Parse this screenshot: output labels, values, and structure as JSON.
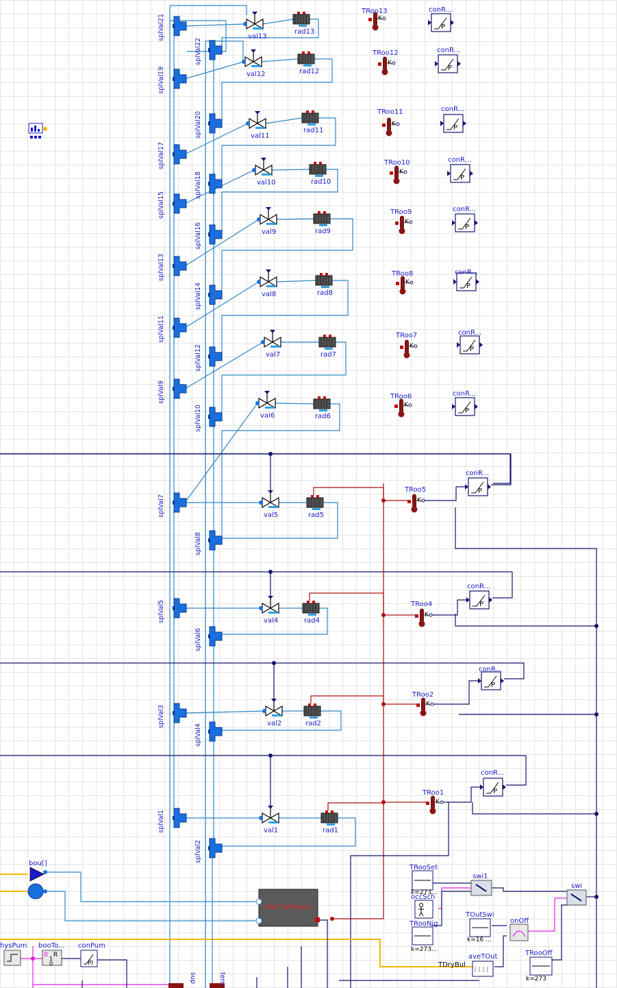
{
  "splitters_left": [
    "splVal21",
    "splVal19",
    "splVal17",
    "splVal15",
    "splVal13",
    "splVal11",
    "splVal9",
    "splVal7",
    "splVal5",
    "splVal3",
    "splVal1"
  ],
  "splitters_right": [
    "splVal22",
    "splVal20",
    "splVal18",
    "splVal16",
    "splVal14",
    "splVal12",
    "splVal10",
    "splVal8",
    "splVal6",
    "splVal4",
    "splVal2"
  ],
  "valves": [
    "val13",
    "val12",
    "val11",
    "val10",
    "val9",
    "val8",
    "val7",
    "val6",
    "val5",
    "val4",
    "val2",
    "val1"
  ],
  "radiators": [
    "rad13",
    "rad12",
    "rad11",
    "rad10",
    "rad9",
    "rad8",
    "rad7",
    "rad6",
    "rad5",
    "rad4",
    "rad2",
    "rad1"
  ],
  "room_sensors": [
    "TRoo13",
    "TRoo12",
    "TRoo11",
    "TRoo10",
    "TRoo9",
    "TRoo8",
    "TRoo7",
    "TRoo6",
    "TRoo5",
    "TRoo4",
    "TRoo2",
    "TRoo1"
  ],
  "sensor_unit": "K",
  "controller_label": "conR...",
  "controller_symbol": "P",
  "boundary": "bou[]",
  "house": "Hish RefHome",
  "pump_blocks": {
    "hys": "hysPum",
    "boo": "booTo...",
    "con": "conPum",
    "con_symbol": "PI",
    "boo_top": "B",
    "boo_r": "R",
    "boo_one": "1",
    "boo_zero": "0"
  },
  "bottom_labels": {
    "sup": "sup",
    "tem": "tem"
  },
  "control": {
    "TRooSet": "TRooSet",
    "TRooSet_k": "k=273...",
    "occSch": "occSch",
    "TRooNig": "TRooNig",
    "TRooNig_k": "k=273...",
    "TOutSwi": "TOutSwi",
    "TOutSwi_k": "k=16 ...",
    "onOff": "onOff",
    "aveTOut": "aveTOut",
    "TRooOff": "TRooOff",
    "TRooOff_k": "k=273",
    "swi1": "swi1",
    "swi": "swi",
    "TDryBul": "TDryBul"
  },
  "colors": {
    "fluid": "#2f86c6",
    "signal": "#14146e",
    "heat": "#b01010",
    "weather": "#f5b800",
    "boolean": "#e020e0",
    "component": "#1a6fe0"
  }
}
